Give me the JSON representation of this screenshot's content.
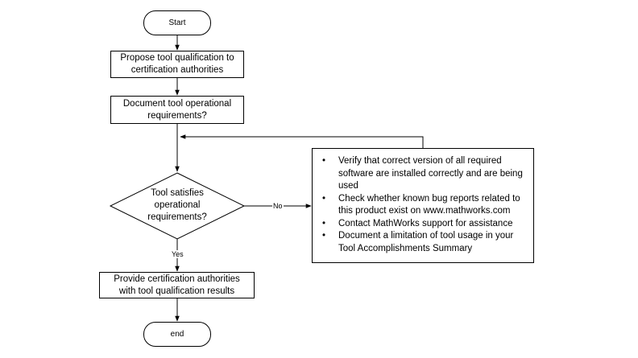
{
  "flowchart": {
    "start_label": "Start",
    "propose_line1": "Propose tool qualification to",
    "propose_line2": "certification authorities",
    "document_line1": "Document tool operational",
    "document_line2": "requirements?",
    "decision_line1": "Tool satisfies",
    "decision_line2": "operational",
    "decision_line3": "requirements?",
    "no_label": "No",
    "yes_label": "Yes",
    "provide_line1": "Provide certification authorities",
    "provide_line2": "with tool qualification results",
    "end_label": "end",
    "notes": [
      "Verify that correct version of all required software are installed correctly and are being used",
      "Check whether known bug reports related to this product exist on www.mathworks.com",
      "Contact MathWorks support for assistance",
      "Document a limitation of tool usage in your Tool Accomplishments Summary"
    ],
    "bullet_glyph": "•",
    "line_color": "#000000"
  }
}
